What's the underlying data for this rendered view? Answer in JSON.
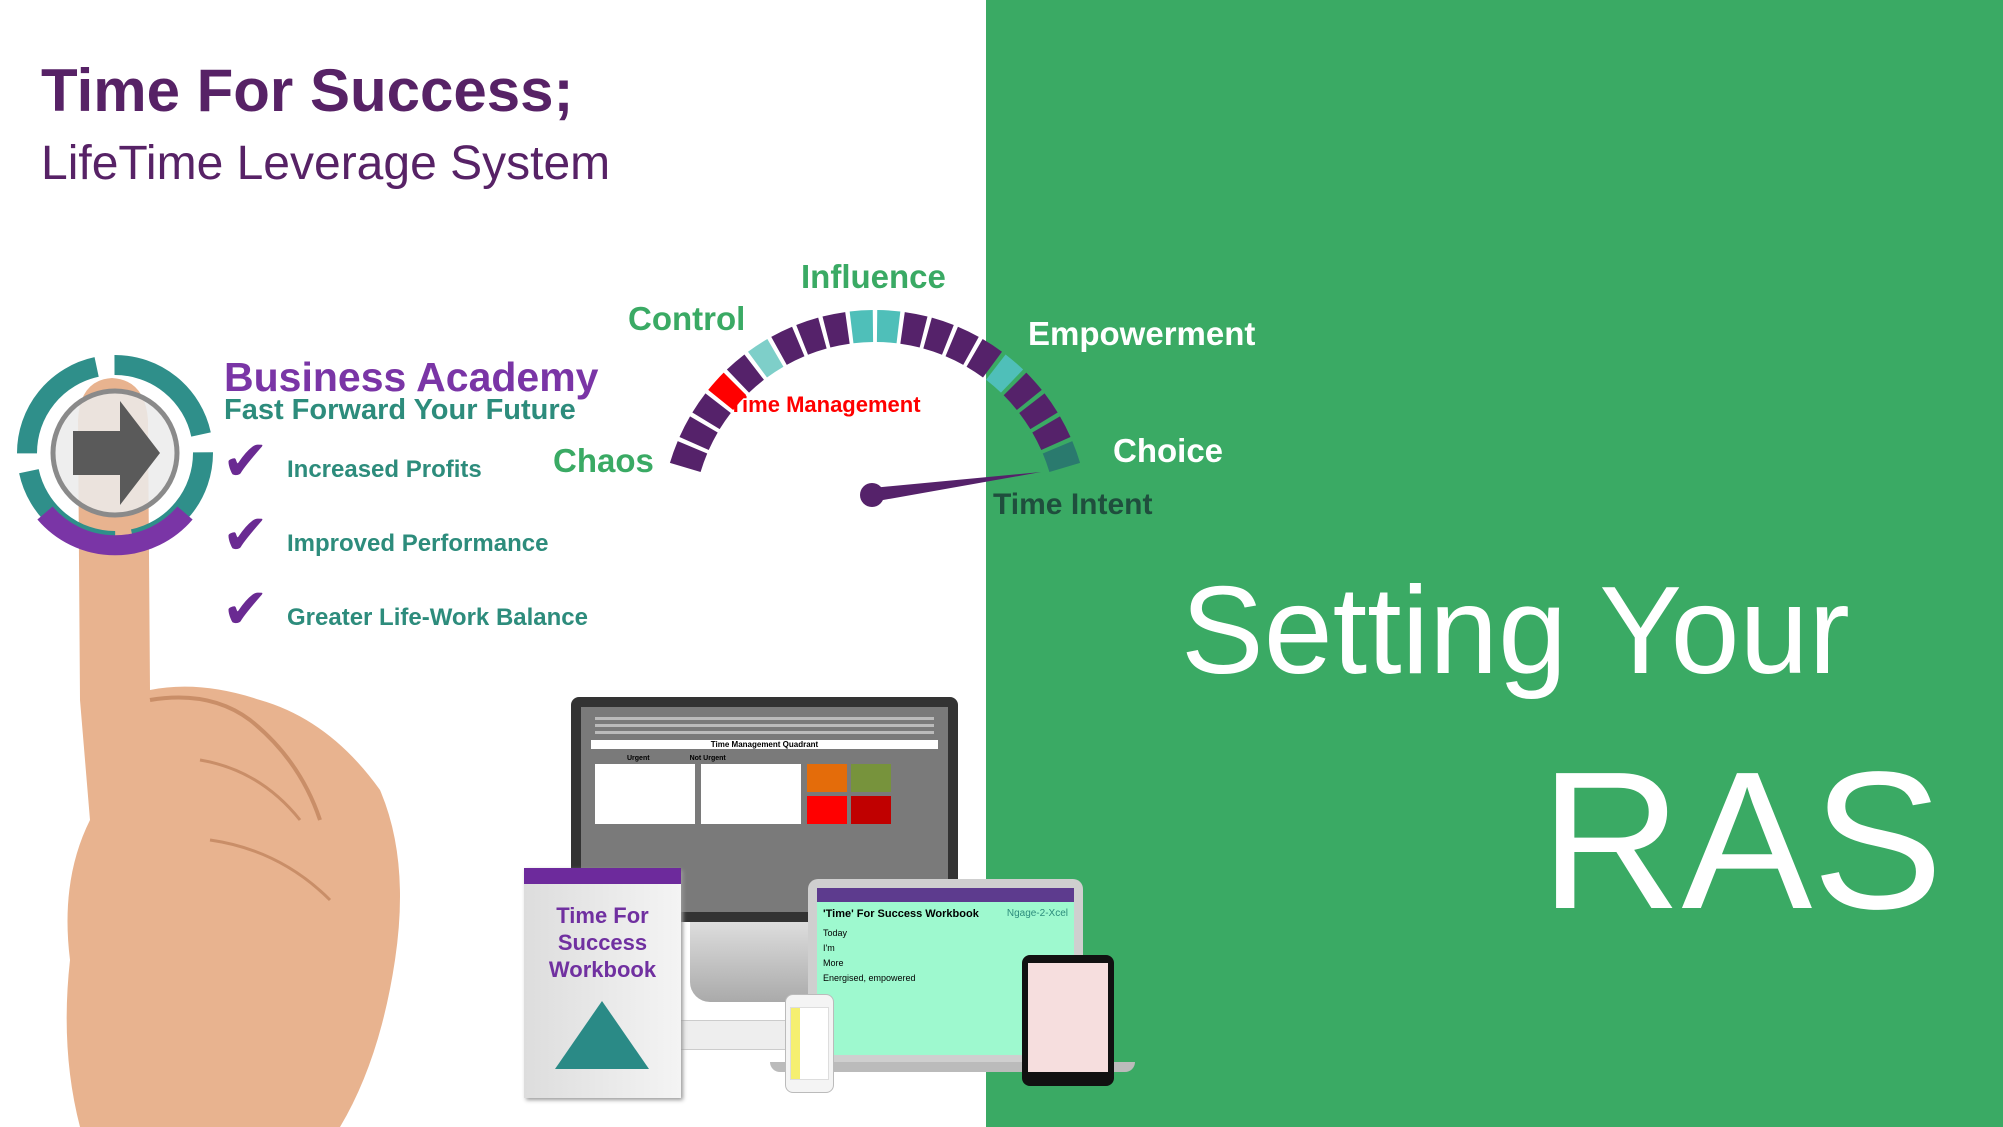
{
  "header": {
    "title": "Time For Success;",
    "subtitle": "LifeTime Leverage System"
  },
  "colors": {
    "green": "#3aaa64",
    "purple": "#572266",
    "teal": "#2d8c7c",
    "red": "#ff0000",
    "dark_teal": "#1f4e3d"
  },
  "gauge": {
    "labels": {
      "chaos": "Chaos",
      "control": "Control",
      "influence": "Influence",
      "empowerment": "Empowerment",
      "choice": "Choice",
      "time_management": "Time Management",
      "time_intent": "Time Intent"
    },
    "segment_colors": {
      "default": "#55226a",
      "red": "#ff0000",
      "light_teal": "#7ecfc9",
      "teal": "#4fbfb9",
      "dark_teal": "#2a7a6e"
    }
  },
  "academy": {
    "name": "Business Academy",
    "tagline": "Fast Forward Your Future",
    "benefits": [
      "Increased Profits",
      "Improved Performance",
      "Greater Life-Work Balance"
    ]
  },
  "products": {
    "book_title": "Time For Success Workbook",
    "book_lines": [
      "Time For",
      "Success",
      "Workbook"
    ],
    "monitor_heading": "Time Management Quadrant",
    "monitor_cols": [
      "Urgent",
      "Not Urgent"
    ],
    "laptop_heading": "'Time' For Success Workbook",
    "laptop_brand": "Ngage-2-Xcel",
    "laptop_words": [
      "Today",
      "I'm",
      "More",
      "Energised, empowered"
    ]
  },
  "hero": {
    "line1": "Setting Your",
    "line2": "RAS"
  }
}
